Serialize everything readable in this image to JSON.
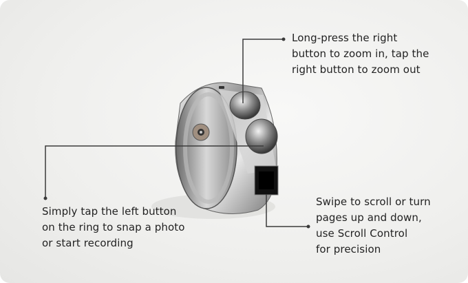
{
  "callouts": {
    "right_button": [
      "Long-press the right",
      "button to zoom in, tap the",
      "right button to zoom out"
    ],
    "left_button": [
      "Simply tap the left button",
      "on the ring to snap a photo",
      "or start recording"
    ],
    "touch_pad": [
      "Swipe to scroll or turn",
      "pages up and down,",
      "use Scroll Control",
      "for precision"
    ]
  },
  "colors": {
    "line": "#3a3a3a",
    "text": "#222222",
    "background": "#efefed"
  }
}
